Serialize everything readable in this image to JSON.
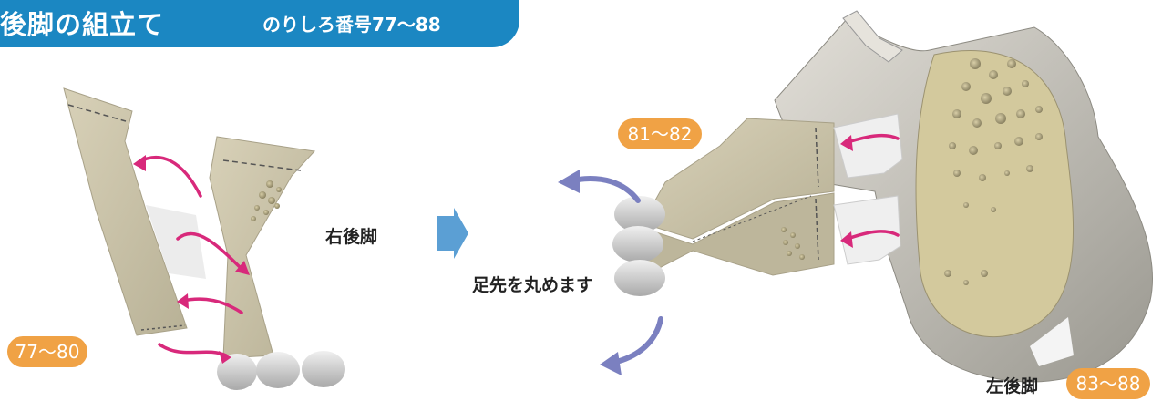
{
  "header": {
    "title": "後脚の組立て",
    "subtitle": "のりしろ番号77〜88"
  },
  "labels": {
    "right_hind_leg": "右後脚",
    "curl_toes": "足先を丸めます",
    "left_hind_leg": "左後脚"
  },
  "badges": {
    "left_range": "77〜80",
    "middle_range": "81〜82",
    "right_range": "83〜88"
  },
  "colors": {
    "header_blue": "#1b87c2",
    "badge_orange": "#f0a245",
    "arrow_magenta": "#d8297b",
    "curl_arrow_purple": "#7b80c0",
    "step_arrow_blue": "#5b9fd4",
    "paper": "#c9c2a8"
  }
}
